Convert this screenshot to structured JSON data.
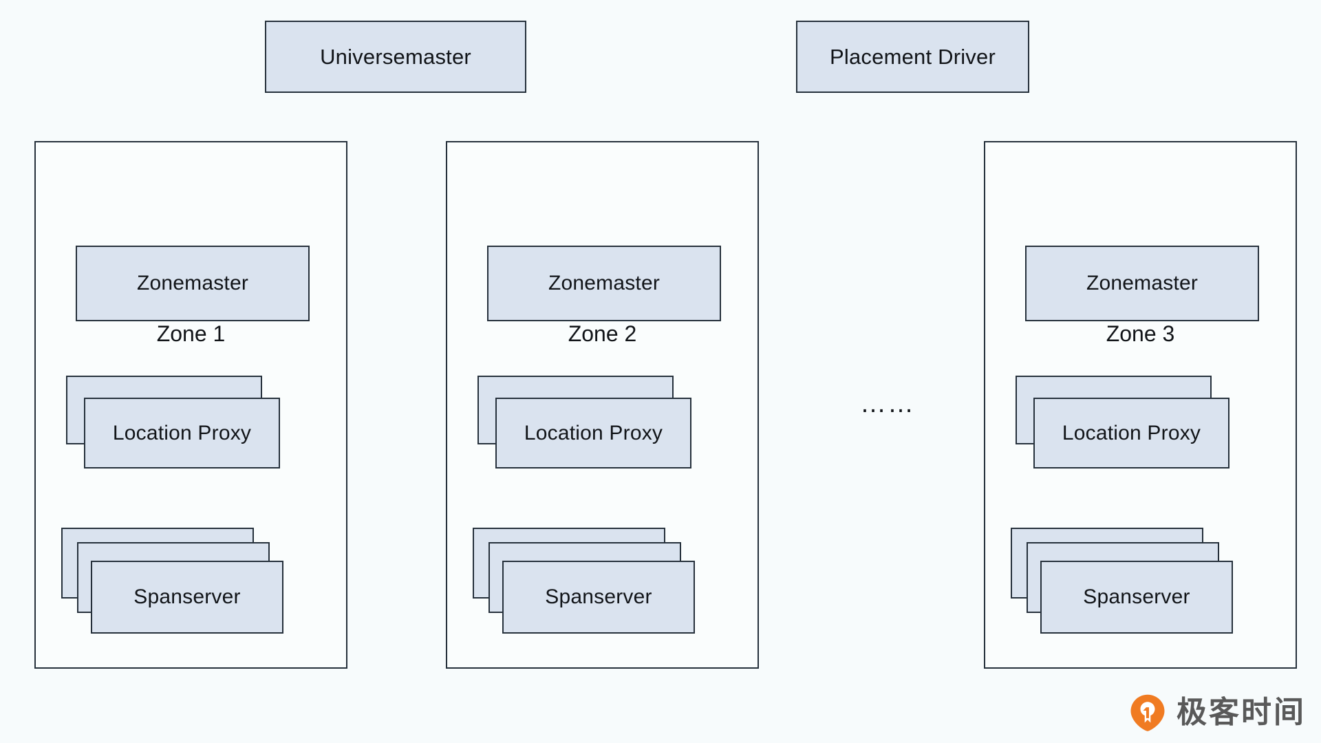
{
  "diagram": {
    "type": "architecture-block-diagram",
    "background_color": "#f7fbfc",
    "node_fill_color": "#dae3ef",
    "node_border_color": "#25303b",
    "top_level_nodes": [
      {
        "id": "universemaster",
        "label": "Universemaster"
      },
      {
        "id": "placement-driver",
        "label": "Placement Driver"
      }
    ],
    "zones": [
      {
        "id": "zone-1",
        "title": "Zone 1",
        "components": [
          {
            "id": "zonemaster",
            "label": "Zonemaster",
            "count": 1
          },
          {
            "id": "location-proxy",
            "label": "Location Proxy",
            "count": 2
          },
          {
            "id": "spanserver",
            "label": "Spanserver",
            "count": 3
          }
        ]
      },
      {
        "id": "zone-2",
        "title": "Zone 2",
        "components": [
          {
            "id": "zonemaster",
            "label": "Zonemaster",
            "count": 1
          },
          {
            "id": "location-proxy",
            "label": "Location Proxy",
            "count": 2
          },
          {
            "id": "spanserver",
            "label": "Spanserver",
            "count": 3
          }
        ]
      },
      {
        "id": "zone-3",
        "title": "Zone 3",
        "components": [
          {
            "id": "zonemaster",
            "label": "Zonemaster",
            "count": 1
          },
          {
            "id": "location-proxy",
            "label": "Location Proxy",
            "count": 2
          },
          {
            "id": "spanserver",
            "label": "Spanserver",
            "count": 3
          }
        ]
      }
    ],
    "ellipsis": "……"
  },
  "watermark": {
    "text": "极客时间",
    "logo_name": "geektime-logo-icon",
    "logo_color": "#f07b22",
    "text_color": "#595959"
  }
}
